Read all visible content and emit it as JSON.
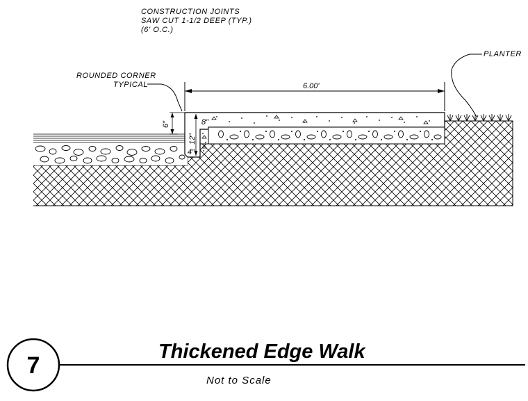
{
  "notes": {
    "construction_line1": "CONSTRUCTION JOINTS",
    "construction_line2": "SAW CUT 1-1/2 DEEP (TYP.)",
    "construction_line3": "(6' O.C.)",
    "rounded_line1": "ROUNDED CORNER",
    "rounded_line2": "TYPICAL",
    "planter": "PLANTER"
  },
  "dimensions": {
    "width": "6.00'",
    "curb_height": "6\"",
    "slab_thickness": "8\"",
    "edge_depth": "12\"",
    "base": "4\""
  },
  "title_block": {
    "detail_number": "7",
    "title": "Thickened Edge Walk",
    "scale": "Not to Scale"
  }
}
